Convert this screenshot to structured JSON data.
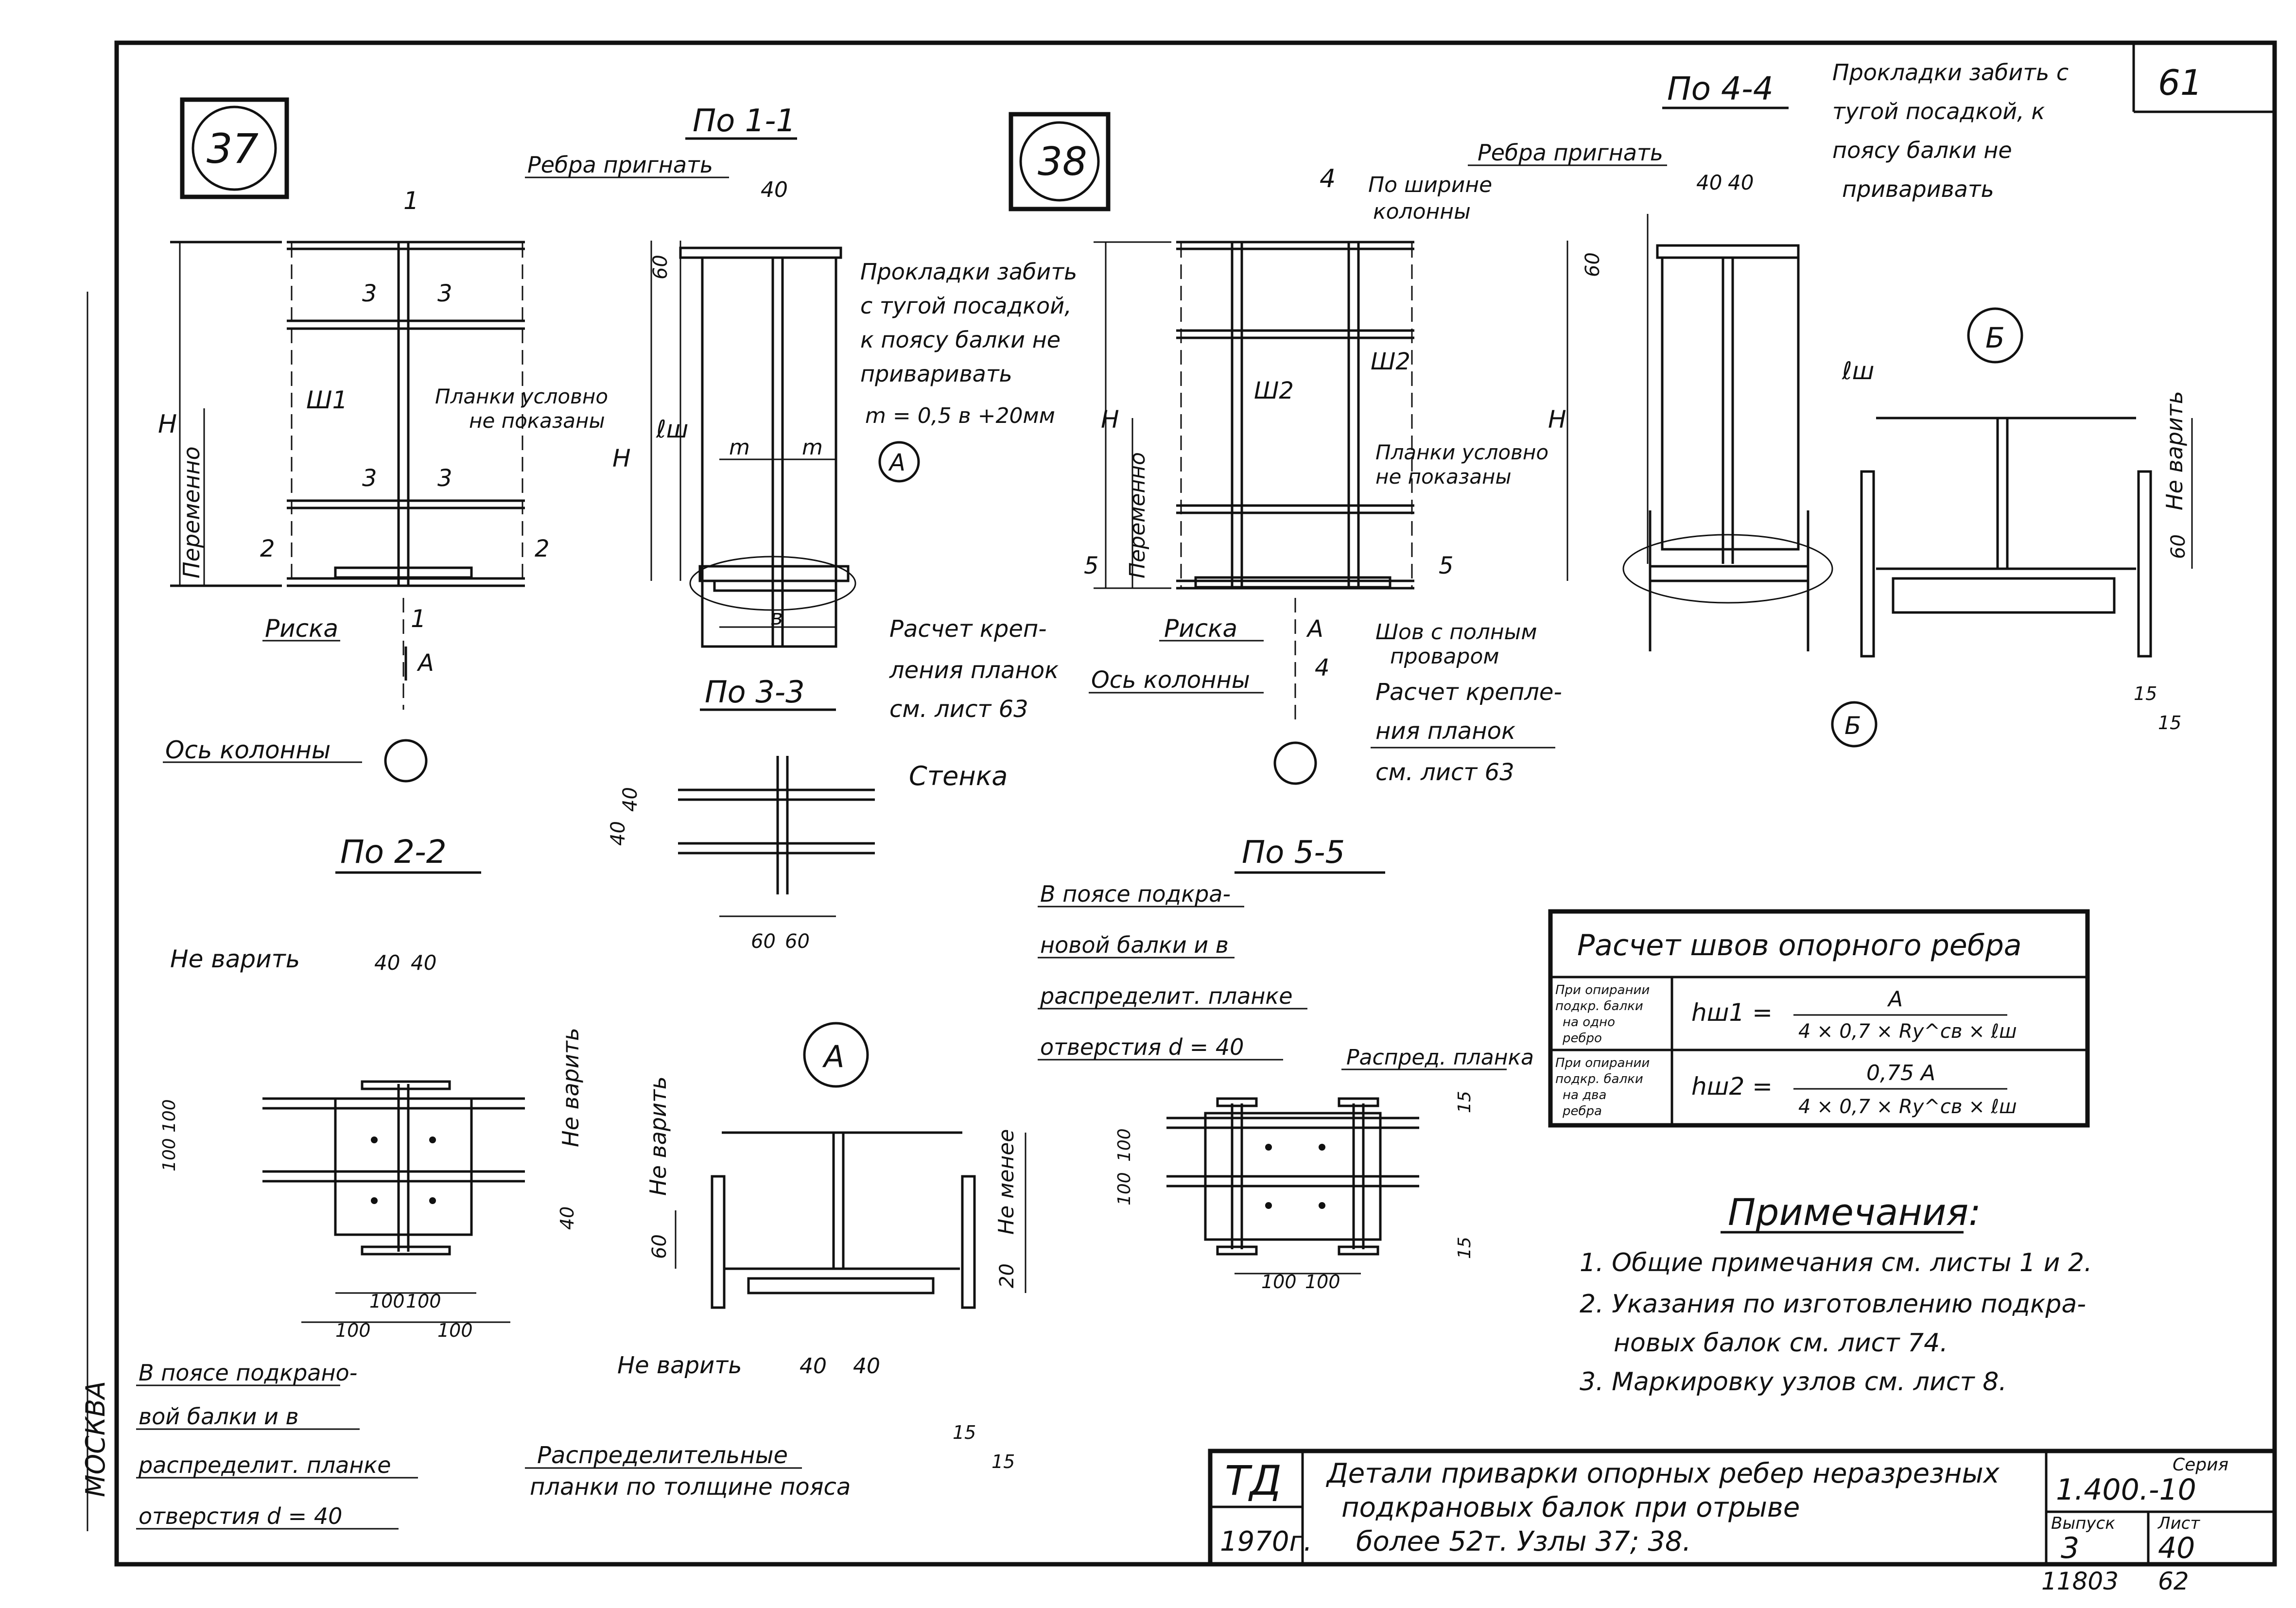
{
  "sheet": {
    "corner_sheet_number": "61",
    "bottom_numbers": [
      "11803",
      "62"
    ],
    "side_stamp": "МОСКВА"
  },
  "node37": {
    "number": "37",
    "view_title": "По 1-1",
    "labels": {
      "ribs": "Ребра пригнать",
      "pads": [
        "Прокладки забить",
        "с тугой посадкой,",
        "к поясу балки не",
        "приваривать"
      ],
      "formula": "m = 0,5 в +20мм",
      "plates": [
        "Планки условно",
        "не показаны"
      ],
      "weld": "Ш1",
      "variable": "Переменно",
      "mark": "Риска",
      "column_axis": "Ось колонны",
      "calc": [
        "Расчет креп-",
        "ления планок",
        "см. лист 63"
      ],
      "H": "H",
      "lw": "ℓш",
      "m": "m",
      "b": "в",
      "A": "А",
      "n40": "40",
      "n60": "60",
      "sec1": "1",
      "sec2": "2",
      "sec3": "3"
    }
  },
  "node38": {
    "number": "38",
    "view_title": "По 4-4",
    "labels": {
      "ribs": "Ребра пригнать",
      "width": [
        "По ширине",
        "колонны"
      ],
      "pads": [
        "Прокладки забить с",
        "тугой посадкой, к",
        "поясу балки не",
        "приваривать"
      ],
      "weld": "Ш2",
      "plates": [
        "Планки условно",
        "не показаны"
      ],
      "variable": "Переменно",
      "mark": "Риска",
      "column_axis": "Ось колонны",
      "full_weld": [
        "Шов с полным",
        "проваром"
      ],
      "calc": [
        "Расчет крепле-",
        "ния планок",
        "см. лист 63"
      ],
      "H": "H",
      "lw": "ℓш",
      "A": "А",
      "n40": "40",
      "n60": "60",
      "sec4": "4",
      "sec5": "5"
    }
  },
  "view33": {
    "title": "По 3-3",
    "web": "Стенка",
    "dims": [
      "40",
      "40",
      "60",
      "60"
    ]
  },
  "view22": {
    "title": "По 2-2",
    "no_weld": "Не варить",
    "dims": [
      "40",
      "40",
      "100",
      "100",
      "100",
      "100",
      "100",
      "100",
      "40"
    ],
    "note": [
      "В поясе подкрано-",
      "вой балки и в",
      "распределит. планке",
      "отверстия d = 40"
    ]
  },
  "view55": {
    "title": "По 5-5",
    "note": [
      "В поясе подкра-",
      "новой балки и в",
      "распределит. планке",
      "отверстия d = 40"
    ],
    "plate": "Распред. планка",
    "dims": [
      "100",
      "100",
      "100",
      "100",
      "15",
      "15"
    ]
  },
  "detailA": {
    "label": "А",
    "no_weld": "Не варить",
    "min": "Не менее",
    "dims": [
      "40",
      "40",
      "60",
      "20"
    ],
    "plates_note": [
      "Распределительные",
      "планки по толщине пояса"
    ],
    "weld_size": [
      "15",
      "15"
    ]
  },
  "detailB": {
    "label": "Б",
    "no_weld": "Не варить",
    "dims": [
      "60",
      "15",
      "15"
    ]
  },
  "weld_table": {
    "title": "Расчет швов опорного ребра",
    "rows": [
      {
        "case": [
          "При опирании",
          "подкр. балки",
          "на одно",
          "ребро"
        ],
        "lhs": "hш1 =",
        "numerator": "А",
        "denominator": "4 × 0,7 × Rу^св × ℓш"
      },
      {
        "case": [
          "При опирании",
          "подкр. балки",
          "на два",
          "ребра"
        ],
        "lhs": "hш2 =",
        "numerator": "0,75 А",
        "denominator": "4 × 0,7 × Rу^св × ℓш"
      }
    ]
  },
  "notes": {
    "title": "Примечания:",
    "items": [
      "1. Общие примечания см. листы 1 и 2.",
      "2. Указания по изготовлению подкра-",
      "новых балок см. лист 74.",
      "3. Маркировку узлов см. лист 8."
    ]
  },
  "title_block": {
    "org": "ТД",
    "year": "1970г.",
    "title": [
      "Детали приварки опорных ребер неразрезных",
      "подкрановых балок при отрыве",
      "более 52т. Узлы 37; 38."
    ],
    "series_label": "Серия",
    "series": "1.400.-10",
    "issue_label": "Выпуск",
    "issue": "3",
    "sheet_label": "Лист",
    "sheet": "40"
  }
}
